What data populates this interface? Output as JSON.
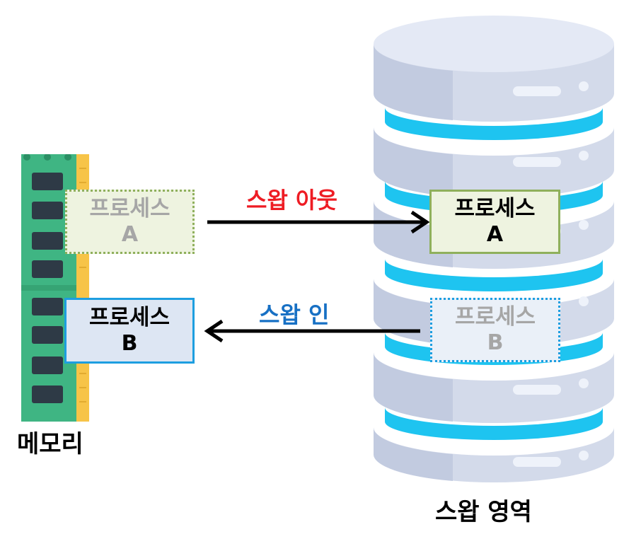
{
  "memory": {
    "label": "메모리",
    "process_a": {
      "name": "프로세스",
      "id": "A"
    },
    "process_b": {
      "name": "프로세스",
      "id": "B"
    }
  },
  "swap_area": {
    "label": "스왑 영역",
    "process_a": {
      "name": "프로세스",
      "id": "A"
    },
    "process_b": {
      "name": "프로세스",
      "id": "B"
    }
  },
  "arrows": {
    "swap_out": {
      "label": "스왑 아웃",
      "color": "#ee1c24"
    },
    "swap_in": {
      "label": "스왑 인",
      "color": "#1770c4"
    }
  },
  "colors": {
    "process_a_border": "#8fb05c",
    "process_a_fill": "#eef3e0",
    "process_b_border": "#1d9ee0",
    "process_b_fill": "#dde6f3",
    "faded_text": "#a6a6a6",
    "ram_board": "#3fb583",
    "ram_chip": "#2e3a46",
    "ram_contacts": "#f7c448",
    "disk_body": "#d3daea",
    "disk_top": "#e4e9f5",
    "disk_ring": "#1ec4f0"
  },
  "icons": {
    "memory": "ram-stick-icon",
    "swap": "database-stack-icon"
  }
}
